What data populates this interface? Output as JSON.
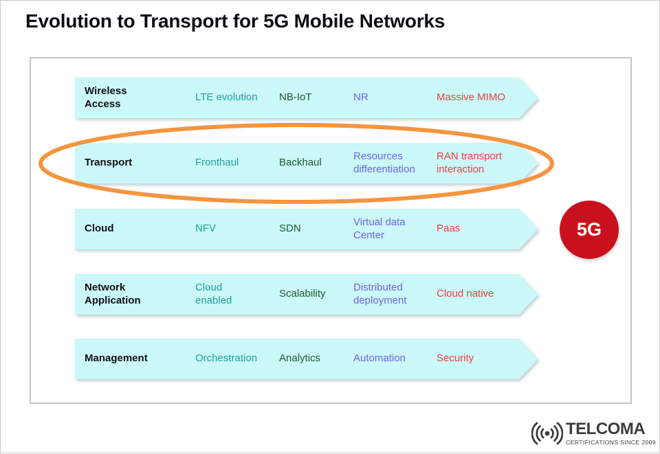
{
  "title": "Evolution to Transport for 5G Mobile Networks",
  "rows": [
    {
      "label": "Wireless\nAccess",
      "items": [
        "LTE evolution",
        "NB-IoT",
        "NR",
        "Massive MIMO"
      ]
    },
    {
      "label": "Transport",
      "items": [
        "Fronthaul",
        "Backhaul",
        "Resources\ndifferentiation",
        "RAN transport\ninteraction"
      ],
      "highlighted": true
    },
    {
      "label": "Cloud",
      "items": [
        "NFV",
        "SDN",
        "Virtual data\nCenter",
        "Paas"
      ]
    },
    {
      "label": "Network\nApplication",
      "items": [
        "Cloud\nenabled",
        "Scalability",
        "Distributed\ndeployment",
        "Cloud native"
      ]
    },
    {
      "label": "Management",
      "items": [
        "Orchestration",
        "Analytics",
        "Automation",
        "Security"
      ]
    }
  ],
  "badge": {
    "label": "5G",
    "color": "#C9111E"
  },
  "annotation": {
    "shape": "ellipse",
    "highlights_row": "Transport",
    "color": "#F5953E"
  },
  "logo": {
    "brand": "TELCOMA",
    "tagline": "CERTIFICATIONS SINCE 2009",
    "icon": "radio-signal-icon"
  },
  "colors": {
    "band_fill": "#CBF8F8",
    "item_teal": "#1FA29A",
    "item_green": "#1A5B32",
    "item_purple": "#6F63E8",
    "item_red": "#F23B40",
    "label_text": "#101016",
    "panel_border": "#C4C4C4"
  }
}
